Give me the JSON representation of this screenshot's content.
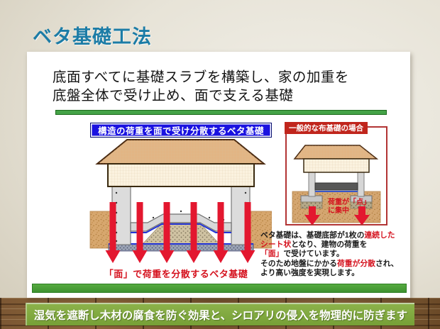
{
  "slide": {
    "title": "ベタ基礎工法",
    "heading": [
      "底面すべてに基礎スラブを構築し、家の加重を",
      "底盤全体で受け止め、面で支える基礎"
    ]
  },
  "left_diagram": {
    "label": "構造の荷重を面で受け分散するベタ基礎",
    "caption": "「面」で荷重を分散するベタ基礎",
    "arrow_count": 6
  },
  "right_diagram": {
    "label": "一般的な布基礎の場合",
    "caption": [
      "荷重が「点」",
      "に集中"
    ],
    "arrow_count": 2
  },
  "description": {
    "lines": [
      [
        {
          "t": "ベタ基礎は、基礎底部が1枚の"
        },
        {
          "t": "連続した",
          "red": true
        }
      ],
      [
        {
          "t": "シート状",
          "red": true
        },
        {
          "t": "となり、建物の荷重を"
        }
      ],
      [
        {
          "t": "「面」",
          "red": true
        },
        {
          "t": "で受けています。"
        }
      ],
      [
        {
          "t": "そのため地盤にかかる"
        },
        {
          "t": "荷重が分散",
          "red": true
        },
        {
          "t": "され、"
        }
      ],
      [
        {
          "t": "より高い強度を実現します。"
        }
      ]
    ]
  },
  "footer": {
    "banner": "湿気を遮断し木材の腐食を防ぐ効果と、シロアリの侵入を物理的に防ぎます"
  },
  "colors": {
    "title_teal": "#1c7ca6",
    "separator_green": "#44a347",
    "bottom_bar_green": "#459a35",
    "banner_green": "#7fa83e",
    "label_blue": "#1a12e0",
    "label_red": "#c0251c",
    "arrow_red": "#e3172f",
    "soil_tan": "#d7a76e",
    "roof_tan": "#e2b584"
  }
}
